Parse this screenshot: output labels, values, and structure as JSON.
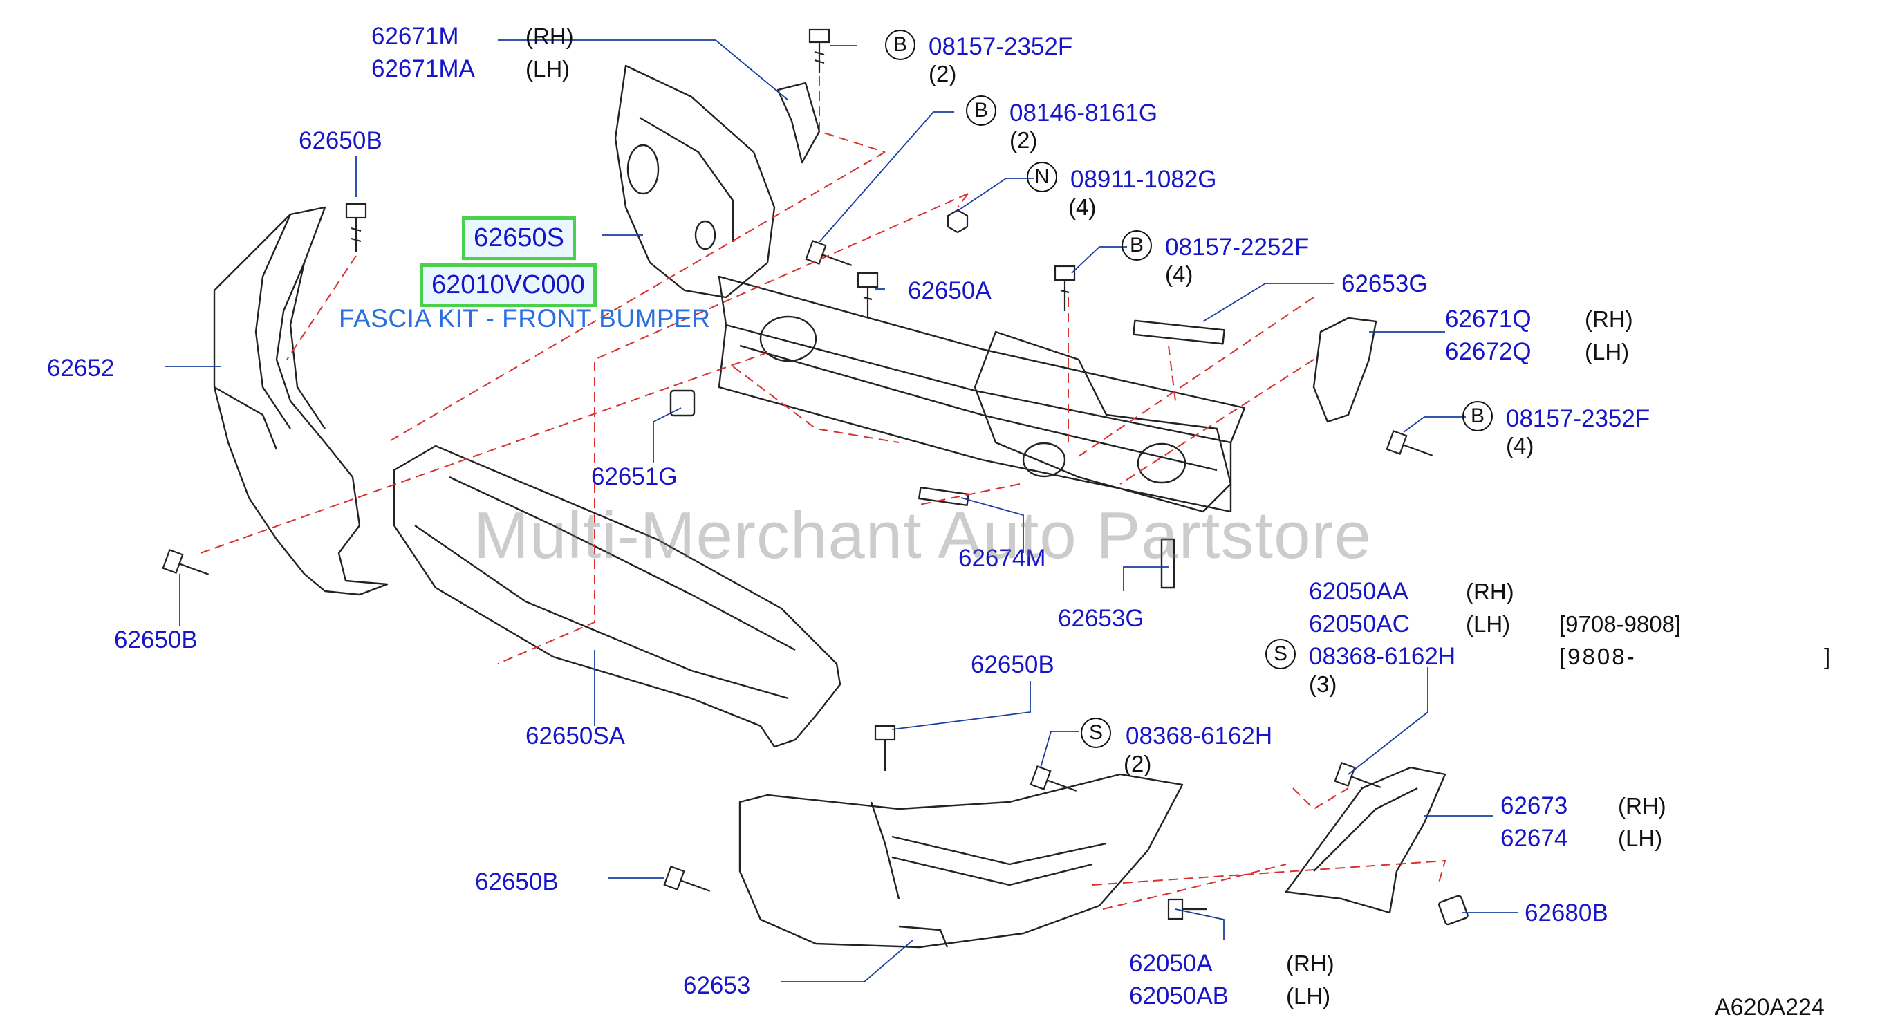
{
  "diagram_code": "A620A224",
  "watermark": "Multi-Merchant Auto Partstore",
  "highlight": {
    "part_1": "62650S",
    "part_2": "62010VC000",
    "kit_description": "FASCIA KIT - FRONT BUMPER"
  },
  "callouts": {
    "c1": {
      "part": "62671M",
      "side": "(RH)"
    },
    "c2": {
      "part": "62671MA",
      "side": "(LH)"
    },
    "c3": {
      "part": "62650B"
    },
    "c4": {
      "code": "B",
      "part": "08157-2352F",
      "qty": "(2)"
    },
    "c5": {
      "code": "B",
      "part": "08146-8161G",
      "qty": "(2)"
    },
    "c6": {
      "code": "N",
      "part": "08911-1082G",
      "qty": "(4)"
    },
    "c7": {
      "code": "B",
      "part": "08157-2252F",
      "qty": "(4)"
    },
    "c8": {
      "part": "62650A"
    },
    "c9": {
      "part": "62653G"
    },
    "c10": {
      "part": "62671Q",
      "side": "(RH)"
    },
    "c11": {
      "part": "62672Q",
      "side": "(LH)"
    },
    "c12": {
      "code": "B",
      "part": "08157-2352F",
      "qty": "(4)"
    },
    "c13": {
      "part": "62652"
    },
    "c14": {
      "part": "62651G"
    },
    "c15": {
      "part": "62674M"
    },
    "c16": {
      "part": "62653G"
    },
    "c17": {
      "part": "62650B"
    },
    "c18": {
      "part": "62050AA",
      "side": "(RH)"
    },
    "c19": {
      "part": "62050AC",
      "side": "(LH)",
      "range": "[9708-9808]"
    },
    "c20": {
      "code": "S",
      "part": "08368-6162H",
      "range_start": "[9808-",
      "range_end": "]",
      "qty": "(3)"
    },
    "c21": {
      "part": "62650B"
    },
    "c22": {
      "part": "62650SA"
    },
    "c23": {
      "code": "S",
      "part": "08368-6162H",
      "qty": "(2)"
    },
    "c24": {
      "part": "62673",
      "side": "(RH)"
    },
    "c25": {
      "part": "62674",
      "side": "(LH)"
    },
    "c26": {
      "part": "62650B"
    },
    "c27": {
      "part": "62680B"
    },
    "c28": {
      "part": "62653"
    },
    "c29": {
      "part": "62050A",
      "side": "(RH)"
    },
    "c30": {
      "part": "62050AB",
      "side": "(LH)"
    }
  },
  "colors": {
    "part_number_text": "#1616c8",
    "highlight_border": "#49d14a",
    "kit_text": "#2a6fe0",
    "assembly_lines": "#d93030",
    "leader_lines": "#1a3fa0"
  }
}
